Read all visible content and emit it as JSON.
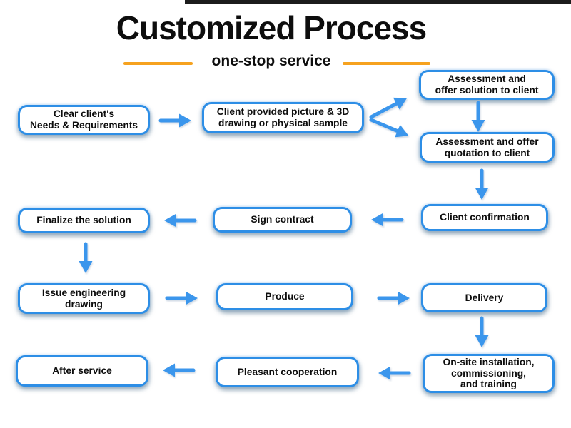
{
  "header": {
    "title": "Customized Process",
    "subtitle": "one-stop service"
  },
  "colors": {
    "box_border_blue": "#2d8ee6",
    "arrow_blue": "#3b96ec",
    "accent_orange": "#f6a21f",
    "text_black": "#0d0d0d",
    "top_bar": "#1c1c1c"
  },
  "nodes": [
    {
      "id": "clear-needs",
      "label": "Clear client's\nNeeds & Requirements"
    },
    {
      "id": "client-picture",
      "label": "Client provided picture & 3D\ndrawing or physical sample"
    },
    {
      "id": "assessment-solution",
      "label": "Assessment and\noffer solution to client"
    },
    {
      "id": "assessment-quotation",
      "label": "Assessment and offer\nquotation to client"
    },
    {
      "id": "client-confirmation",
      "label": "Client confirmation"
    },
    {
      "id": "sign-contract",
      "label": "Sign contract"
    },
    {
      "id": "finalize-solution",
      "label": "Finalize the solution"
    },
    {
      "id": "issue-engineering-drawing",
      "label": "Issue engineering\ndrawing"
    },
    {
      "id": "produce",
      "label": "Produce"
    },
    {
      "id": "delivery",
      "label": "Delivery"
    },
    {
      "id": "onsite-installation",
      "label": "On-site installation,\ncommissioning,\nand training"
    },
    {
      "id": "pleasant-cooperation",
      "label": "Pleasant cooperation"
    },
    {
      "id": "after-service",
      "label": "After service"
    }
  ],
  "icons": {
    "arrow-right-icon": "→",
    "arrow-left-icon": "←",
    "arrow-down-icon": "↓",
    "arrow-diagonal-up-icon": "↗",
    "arrow-diagonal-down-icon": "↘"
  }
}
